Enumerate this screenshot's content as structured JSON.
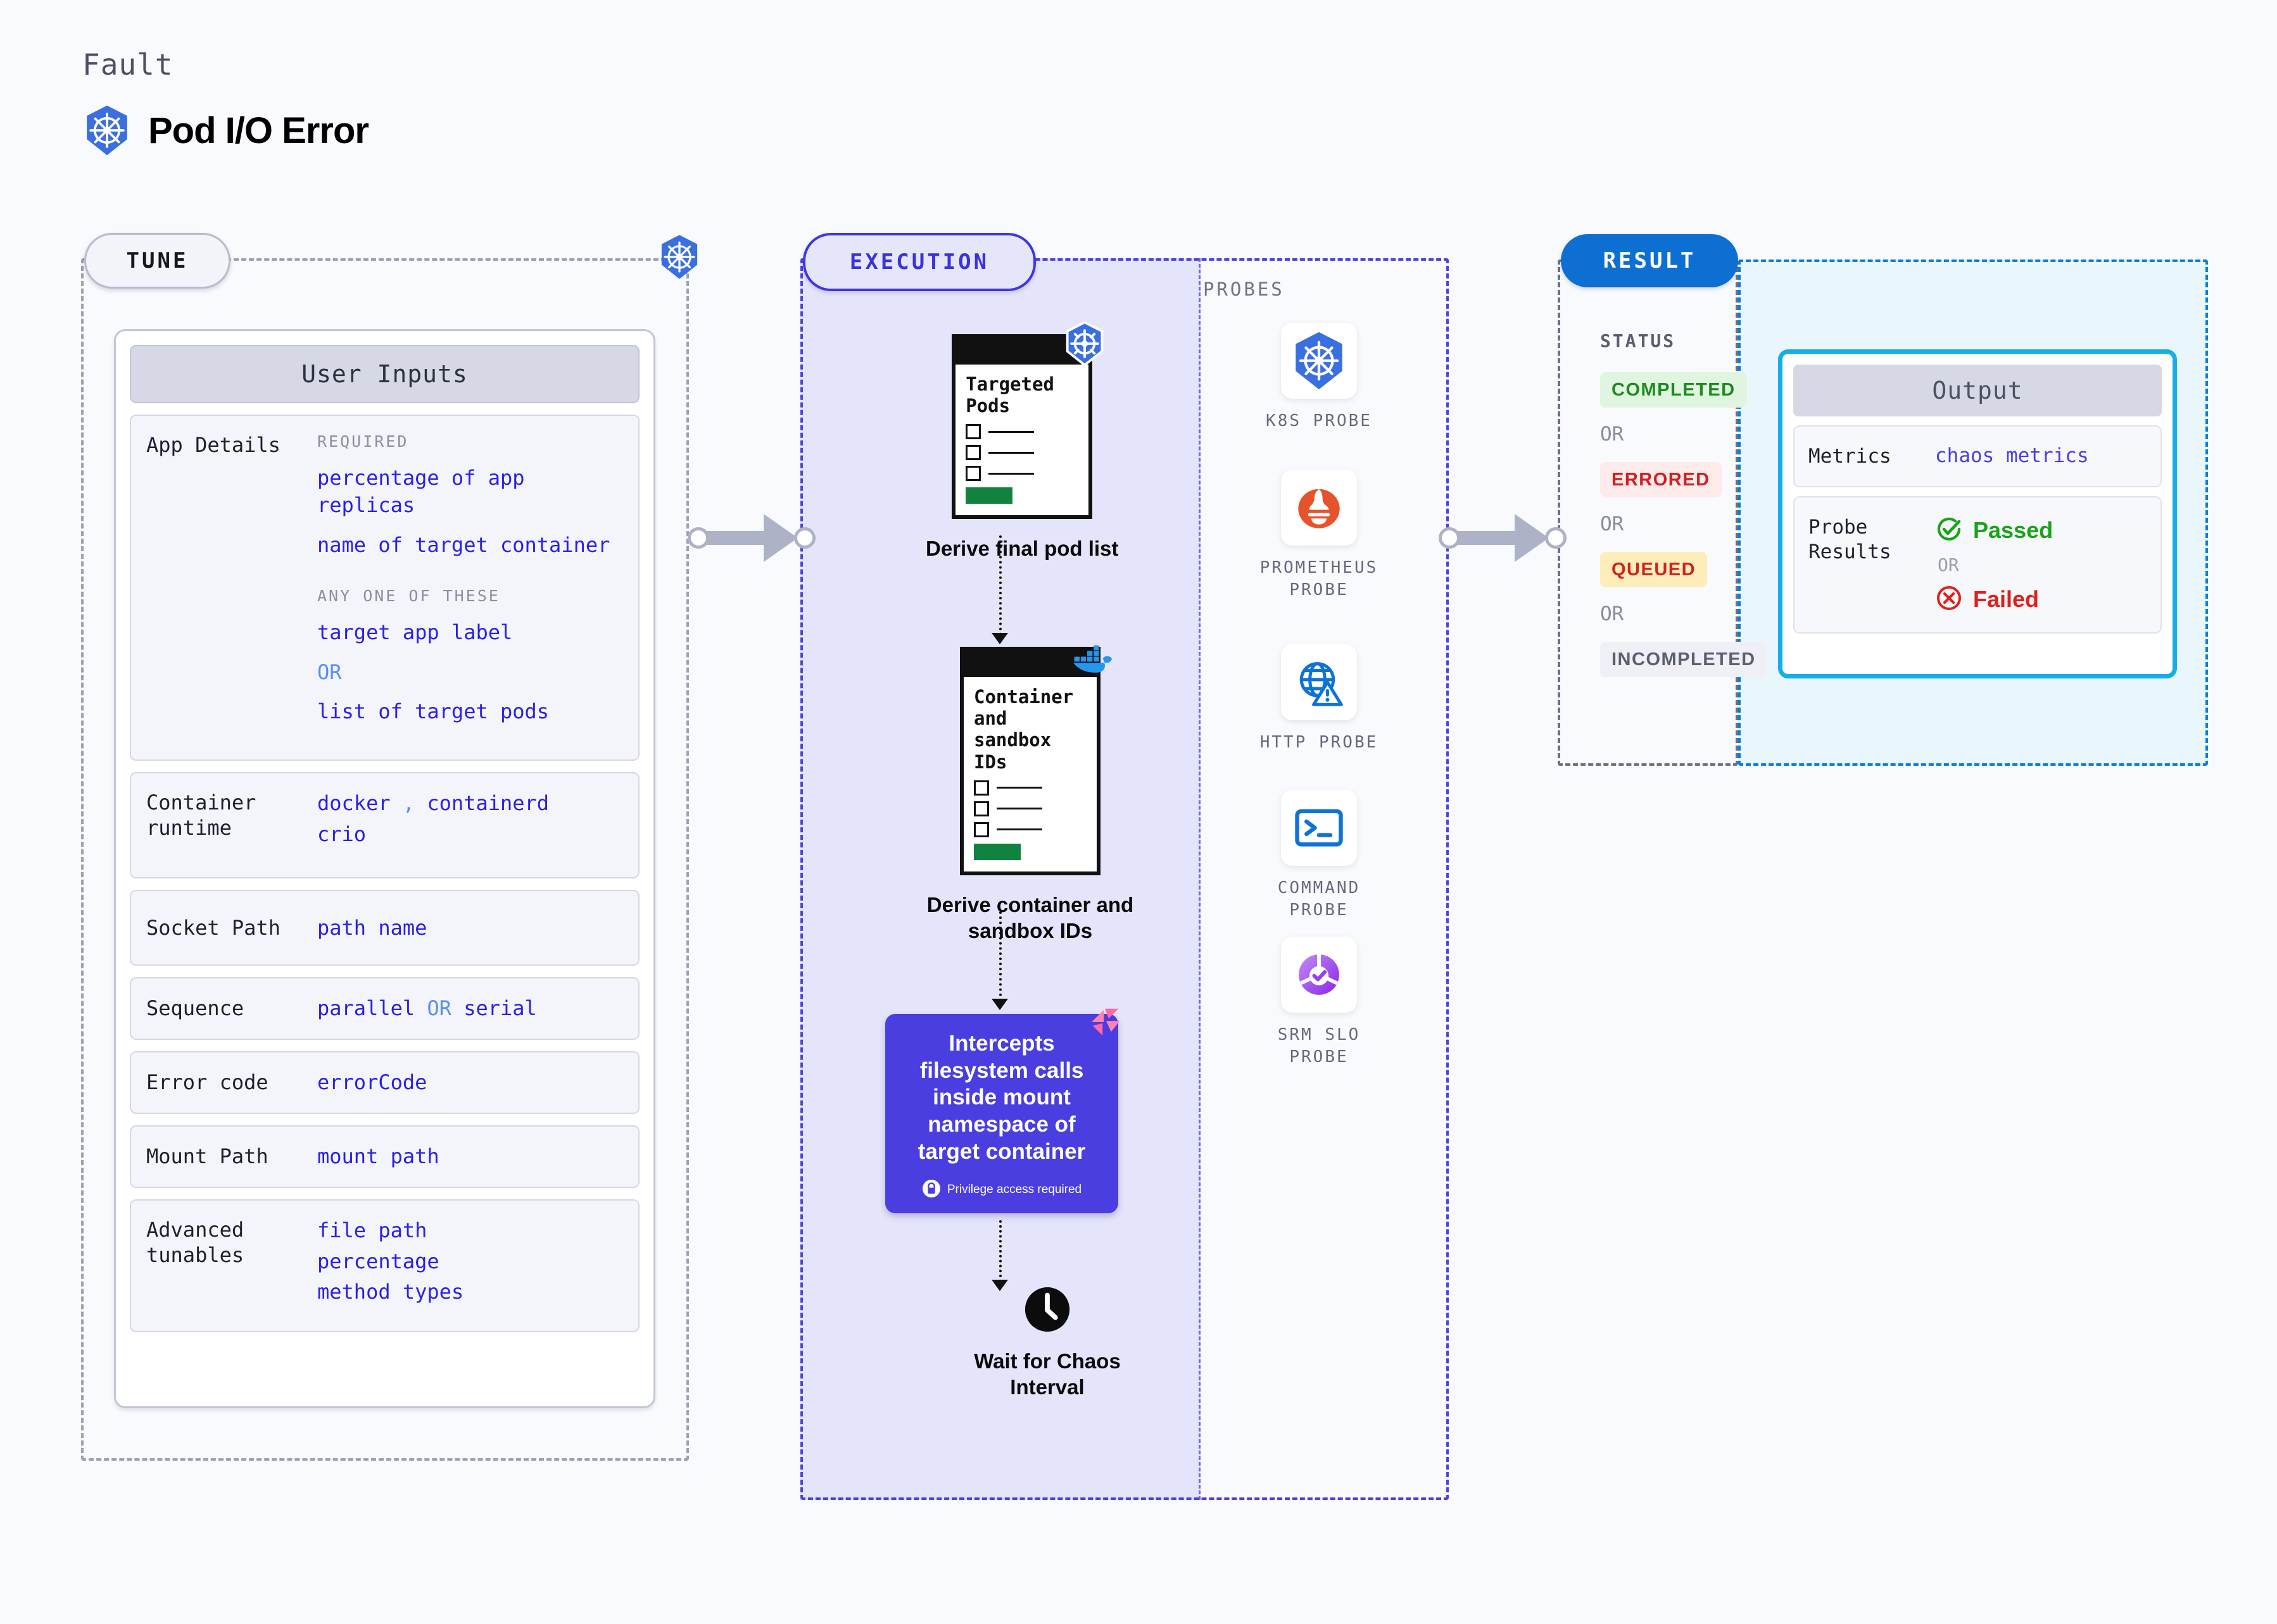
{
  "header": {
    "kicker": "Fault",
    "title": "Pod I/O Error",
    "icon": "kubernetes-icon"
  },
  "stages": {
    "tune_label": "TUNE",
    "execution_label": "EXECUTION",
    "result_label": "RESULT",
    "probes_label": "PROBES",
    "status_label": "STATUS"
  },
  "tune": {
    "card_title": "User Inputs",
    "rows": [
      {
        "label": "App Details",
        "required_heading": "REQUIRED",
        "required_values": [
          "percentage of app replicas",
          "name of target container"
        ],
        "anyone_heading": "ANY ONE OF THESE",
        "anyone_values": [
          "target app label",
          "list of target pods"
        ],
        "or": "OR"
      },
      {
        "label": "Container runtime",
        "values_line1": [
          "docker",
          "containerd"
        ],
        "separator": ",",
        "values_line2": [
          "crio"
        ]
      },
      {
        "label": "Socket Path",
        "value": "path name"
      },
      {
        "label": "Sequence",
        "value_a": "parallel",
        "or": "OR",
        "value_b": "serial"
      },
      {
        "label": "Error code",
        "value": "errorCode"
      },
      {
        "label": "Mount Path",
        "value": "mount path"
      },
      {
        "label": "Advanced tunables",
        "values": [
          "file path",
          "percentage",
          "method types"
        ]
      }
    ]
  },
  "execution": {
    "nodes": [
      {
        "card_title": "Targeted Pods",
        "caption": "Derive final pod list",
        "badge_icon": "kubernetes-icon"
      },
      {
        "card_title": "Container and sandbox IDs",
        "caption": "Derive container and sandbox IDs",
        "badge_icon": "docker-icon"
      }
    ],
    "action": {
      "text": "Intercepts filesystem calls inside mount namespace of target container",
      "note": "Privilege access required",
      "note_icon": "lock-icon",
      "corner_icon": "litmus-icon",
      "bg_color": "#4a3ee0"
    },
    "wait": {
      "caption": "Wait for Chaos Interval",
      "icon": "clock-icon"
    }
  },
  "probes": [
    {
      "label": "K8S PROBE",
      "icon": "kubernetes-icon"
    },
    {
      "label": "PROMETHEUS PROBE",
      "icon": "prometheus-icon"
    },
    {
      "label": "HTTP PROBE",
      "icon": "globe-warning-icon"
    },
    {
      "label": "COMMAND PROBE",
      "icon": "terminal-icon"
    },
    {
      "label": "SRM SLO PROBE",
      "icon": "srm-slo-icon"
    }
  ],
  "result": {
    "statuses": [
      {
        "text": "COMPLETED",
        "bg": "#dff5df",
        "fg": "#1f8a1f"
      },
      {
        "text": "ERRORED",
        "bg": "#fdeaea",
        "fg": "#cf2020"
      },
      {
        "text": "QUEUED",
        "bg": "#fdeeb9",
        "fg": "#d02222"
      },
      {
        "text": "INCOMPLETED",
        "bg": "#eff0f6",
        "fg": "#5b6070"
      }
    ],
    "or": "OR",
    "output": {
      "title": "Output",
      "metrics_label": "Metrics",
      "metrics_value": "chaos metrics",
      "probe_results_label": "Probe Results",
      "passed": "Passed",
      "failed": "Failed",
      "or": "OR",
      "passed_color": "#19a319",
      "failed_color": "#e0201b"
    }
  }
}
